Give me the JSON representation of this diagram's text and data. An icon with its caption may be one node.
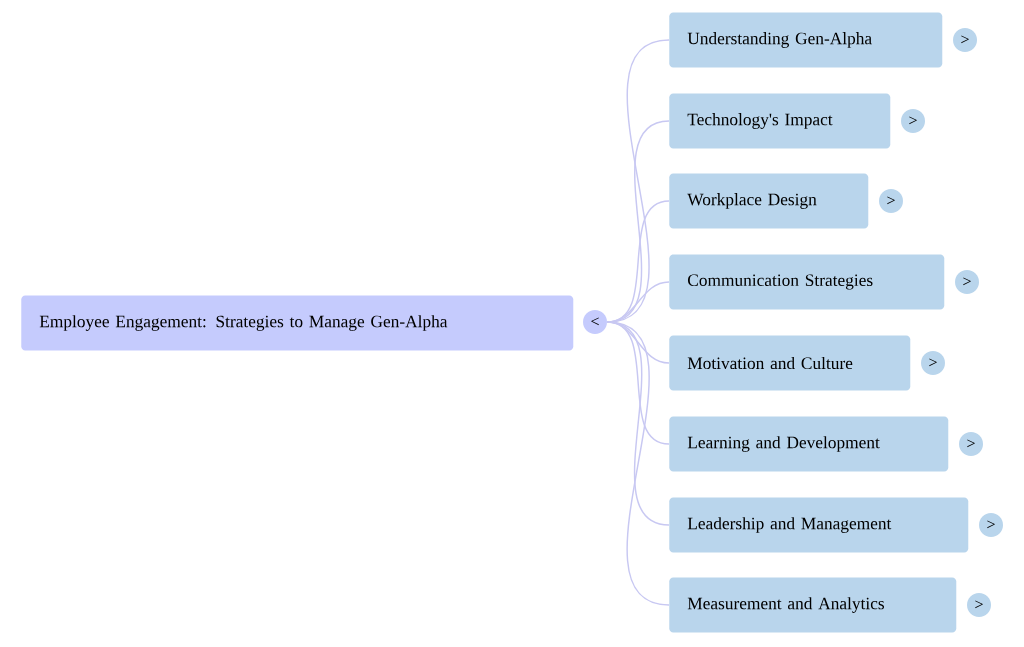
{
  "diagram": {
    "nodes": [
      {
        "text": [
          "Employee Engagement: Strategies to Manage Gen-Alpha"
        ]
      },
      {
        "text": [
          "<"
        ]
      },
      {
        "text": [
          "Understanding Gen-Alpha"
        ]
      },
      {
        "text": [
          ">"
        ]
      },
      {
        "text": [
          "Technology's Impact"
        ]
      },
      {
        "text": [
          ">"
        ]
      },
      {
        "text": [
          "Workplace Design"
        ]
      },
      {
        "text": [
          ">"
        ]
      },
      {
        "text": [
          "Communication Strategies"
        ]
      },
      {
        "text": [
          ">"
        ]
      },
      {
        "text": [
          "Motivation and Culture"
        ]
      },
      {
        "text": [
          ">"
        ]
      },
      {
        "text": [
          "Learning and Development"
        ]
      },
      {
        "text": [
          ">"
        ]
      },
      {
        "text": [
          "Leadership and Management"
        ]
      },
      {
        "text": [
          ">"
        ]
      },
      {
        "text": [
          "Measurement and Analytics"
        ]
      },
      {
        "text": [
          ">"
        ]
      }
    ],
    "edges": [
      {
        "from": 1,
        "to": 2,
        "arrow": "none"
      },
      {
        "from": 1,
        "to": 4,
        "arrow": "none"
      },
      {
        "from": 1,
        "to": 6,
        "arrow": "none"
      },
      {
        "from": 1,
        "to": 8,
        "arrow": "none"
      },
      {
        "from": 1,
        "to": 10,
        "arrow": "none"
      },
      {
        "from": 1,
        "to": 12,
        "arrow": "none"
      },
      {
        "from": 1,
        "to": 14,
        "arrow": "none"
      },
      {
        "from": 1,
        "to": 16,
        "arrow": "none"
      }
    ]
  }
}
